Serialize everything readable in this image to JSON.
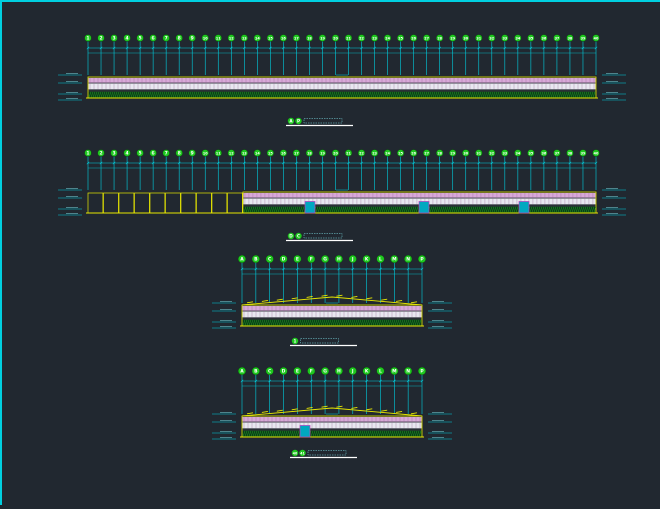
{
  "drawing": {
    "elevations": [
      {
        "id": "elev-1",
        "grid_labels": [
          "1",
          "2",
          "3",
          "4",
          "5",
          "6",
          "7",
          "8",
          "9",
          "10",
          "11",
          "12",
          "13",
          "14",
          "15",
          "16",
          "17",
          "18",
          "19",
          "20",
          "21",
          "22",
          "23",
          "24",
          "25",
          "26",
          "27",
          "28",
          "29",
          "30",
          "31",
          "32",
          "33",
          "34",
          "35",
          "36",
          "37",
          "38",
          "39",
          "40"
        ],
        "title_marks": [
          "A",
          "P"
        ]
      },
      {
        "id": "elev-2",
        "grid_labels": [
          "1",
          "2",
          "3",
          "4",
          "5",
          "6",
          "7",
          "8",
          "9",
          "10",
          "11",
          "12",
          "13",
          "14",
          "15",
          "16",
          "17",
          "18",
          "19",
          "20",
          "21",
          "22",
          "23",
          "24",
          "25",
          "26",
          "27",
          "28",
          "29",
          "30",
          "31",
          "32",
          "33",
          "34",
          "35",
          "36",
          "37",
          "38",
          "39",
          "40"
        ],
        "title_marks": [
          "D",
          "C"
        ]
      },
      {
        "id": "elev-3",
        "grid_labels": [
          "A",
          "B",
          "C",
          "D",
          "E",
          "F",
          "G",
          "H",
          "J",
          "K",
          "L",
          "M",
          "N",
          "P"
        ],
        "title_marks": [
          "1"
        ]
      },
      {
        "id": "elev-4",
        "grid_labels": [
          "A",
          "B",
          "C",
          "D",
          "E",
          "F",
          "G",
          "H",
          "J",
          "K",
          "L",
          "M",
          "N",
          "P"
        ],
        "title_marks": [
          "40",
          "41"
        ]
      }
    ],
    "colors": {
      "background": "#212830",
      "grid_line": "#00d0e0",
      "bubble_fill": "#1ec81e",
      "outline_yellow": "#e8e800",
      "panel_pink": "#d8a8d8",
      "panel_white": "#e8e8f0",
      "hatch_green": "#1ec81e",
      "door_cyan": "#00a8c0",
      "door_magenta": "#c040c0"
    }
  }
}
